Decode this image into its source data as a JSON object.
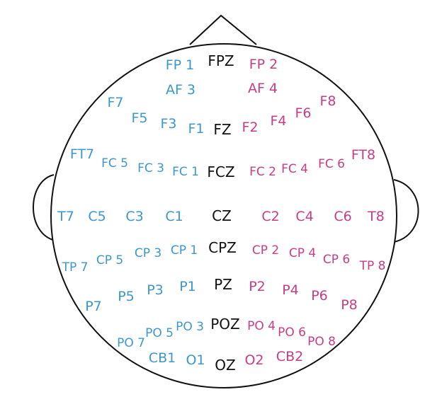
{
  "colors": {
    "left": "#3d97cf",
    "mid": "#111111",
    "right": "#c63d86",
    "outline": "#111111",
    "background": "#ffffff"
  },
  "electrodes": {
    "fp1": "FP 1",
    "fpz": "FPZ",
    "fp2": "FP 2",
    "af3": "AF 3",
    "af4": "AF 4",
    "f7": "F7",
    "f5": "F5",
    "f3": "F3",
    "f1": "F1",
    "fz": "FZ",
    "f2": "F2",
    "f4": "F4",
    "f6": "F6",
    "f8": "F8",
    "ft7": "FT7",
    "fc5": "FC 5",
    "fc3": "FC 3",
    "fc1": "FC 1",
    "fcz": "FCZ",
    "fc2": "FC 2",
    "fc4": "FC 4",
    "fc6": "FC 6",
    "ft8": "FT8",
    "t7": "T7",
    "c5": "C5",
    "c3": "C3",
    "c1": "C1",
    "cz": "CZ",
    "c2": "C2",
    "c4": "C4",
    "c6": "C6",
    "t8": "T8",
    "tp7": "TP 7",
    "cp5": "CP 5",
    "cp3": "CP 3",
    "cp1": "CP 1",
    "cpz": "CPZ",
    "cp2": "CP 2",
    "cp4": "CP 4",
    "cp6": "CP 6",
    "tp8": "TP 8",
    "p7": "P7",
    "p5": "P5",
    "p3": "P3",
    "p1": "P1",
    "pz": "PZ",
    "p2": "P2",
    "p4": "P4",
    "p6": "P6",
    "p8": "P8",
    "po7": "PO 7",
    "po5": "PO 5",
    "po3": "PO 3",
    "poz": "POZ",
    "po4": "PO 4",
    "po6": "PO 6",
    "po8": "PO 8",
    "cb1": "CB1",
    "o1": "O1",
    "oz": "OZ",
    "o2": "O2",
    "cb2": "CB2"
  }
}
